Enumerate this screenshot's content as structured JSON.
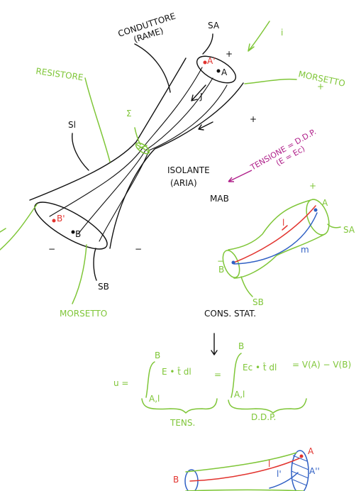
{
  "colors": {
    "ink": "#111111",
    "green": "#7fc638",
    "red": "#e2342f",
    "blue": "#2f5fc4",
    "purple": "#b0208a"
  },
  "labels": {
    "conduttore": "CONDUTTORE",
    "rame": "(RAME)",
    "sa": "SA",
    "plus": "+",
    "i": "i",
    "point_a_prime": "A'",
    "point_a": "A",
    "morsetto": "MORSETTO",
    "resistore": "RESISTORE",
    "sl": "Sl",
    "sigma": "Σ",
    "j": "J",
    "isolante": "ISOLANTE",
    "aria": "(ARIA)",
    "tensione": "TENSIONE = D.D.P.",
    "e_eq": "(E = Ec)",
    "mab": "MAB",
    "b_prime": "B'",
    "b": "B",
    "minus": "−",
    "sb": "SB",
    "morsetto_lower": "MORSETTO",
    "fig2_sa": "SA",
    "fig2_a": "A",
    "fig2_b": "B",
    "fig2_l": "l",
    "fig2_m": "m",
    "fig2_sb": "SB",
    "fig2_plus": "+",
    "fig2_minus": "−",
    "cons_stat": "CONS. STAT.",
    "eq_u": "u =",
    "eq_int1": "E • t̂ dl",
    "eq_eq1": "=",
    "eq_int2": "Ec • t̂ dl",
    "eq_rhs": "= V(A) − V(B)",
    "lim_top1": "B",
    "lim_bot1": "A,l",
    "lim_top2": "B",
    "lim_bot2": "A,l",
    "tens": "TENS.",
    "ddp": "D.D.P.",
    "fig3_b": "B",
    "fig3_a": "A",
    "fig3_a2": "A''",
    "fig3_l": "l",
    "fig3_l2": "l'"
  }
}
